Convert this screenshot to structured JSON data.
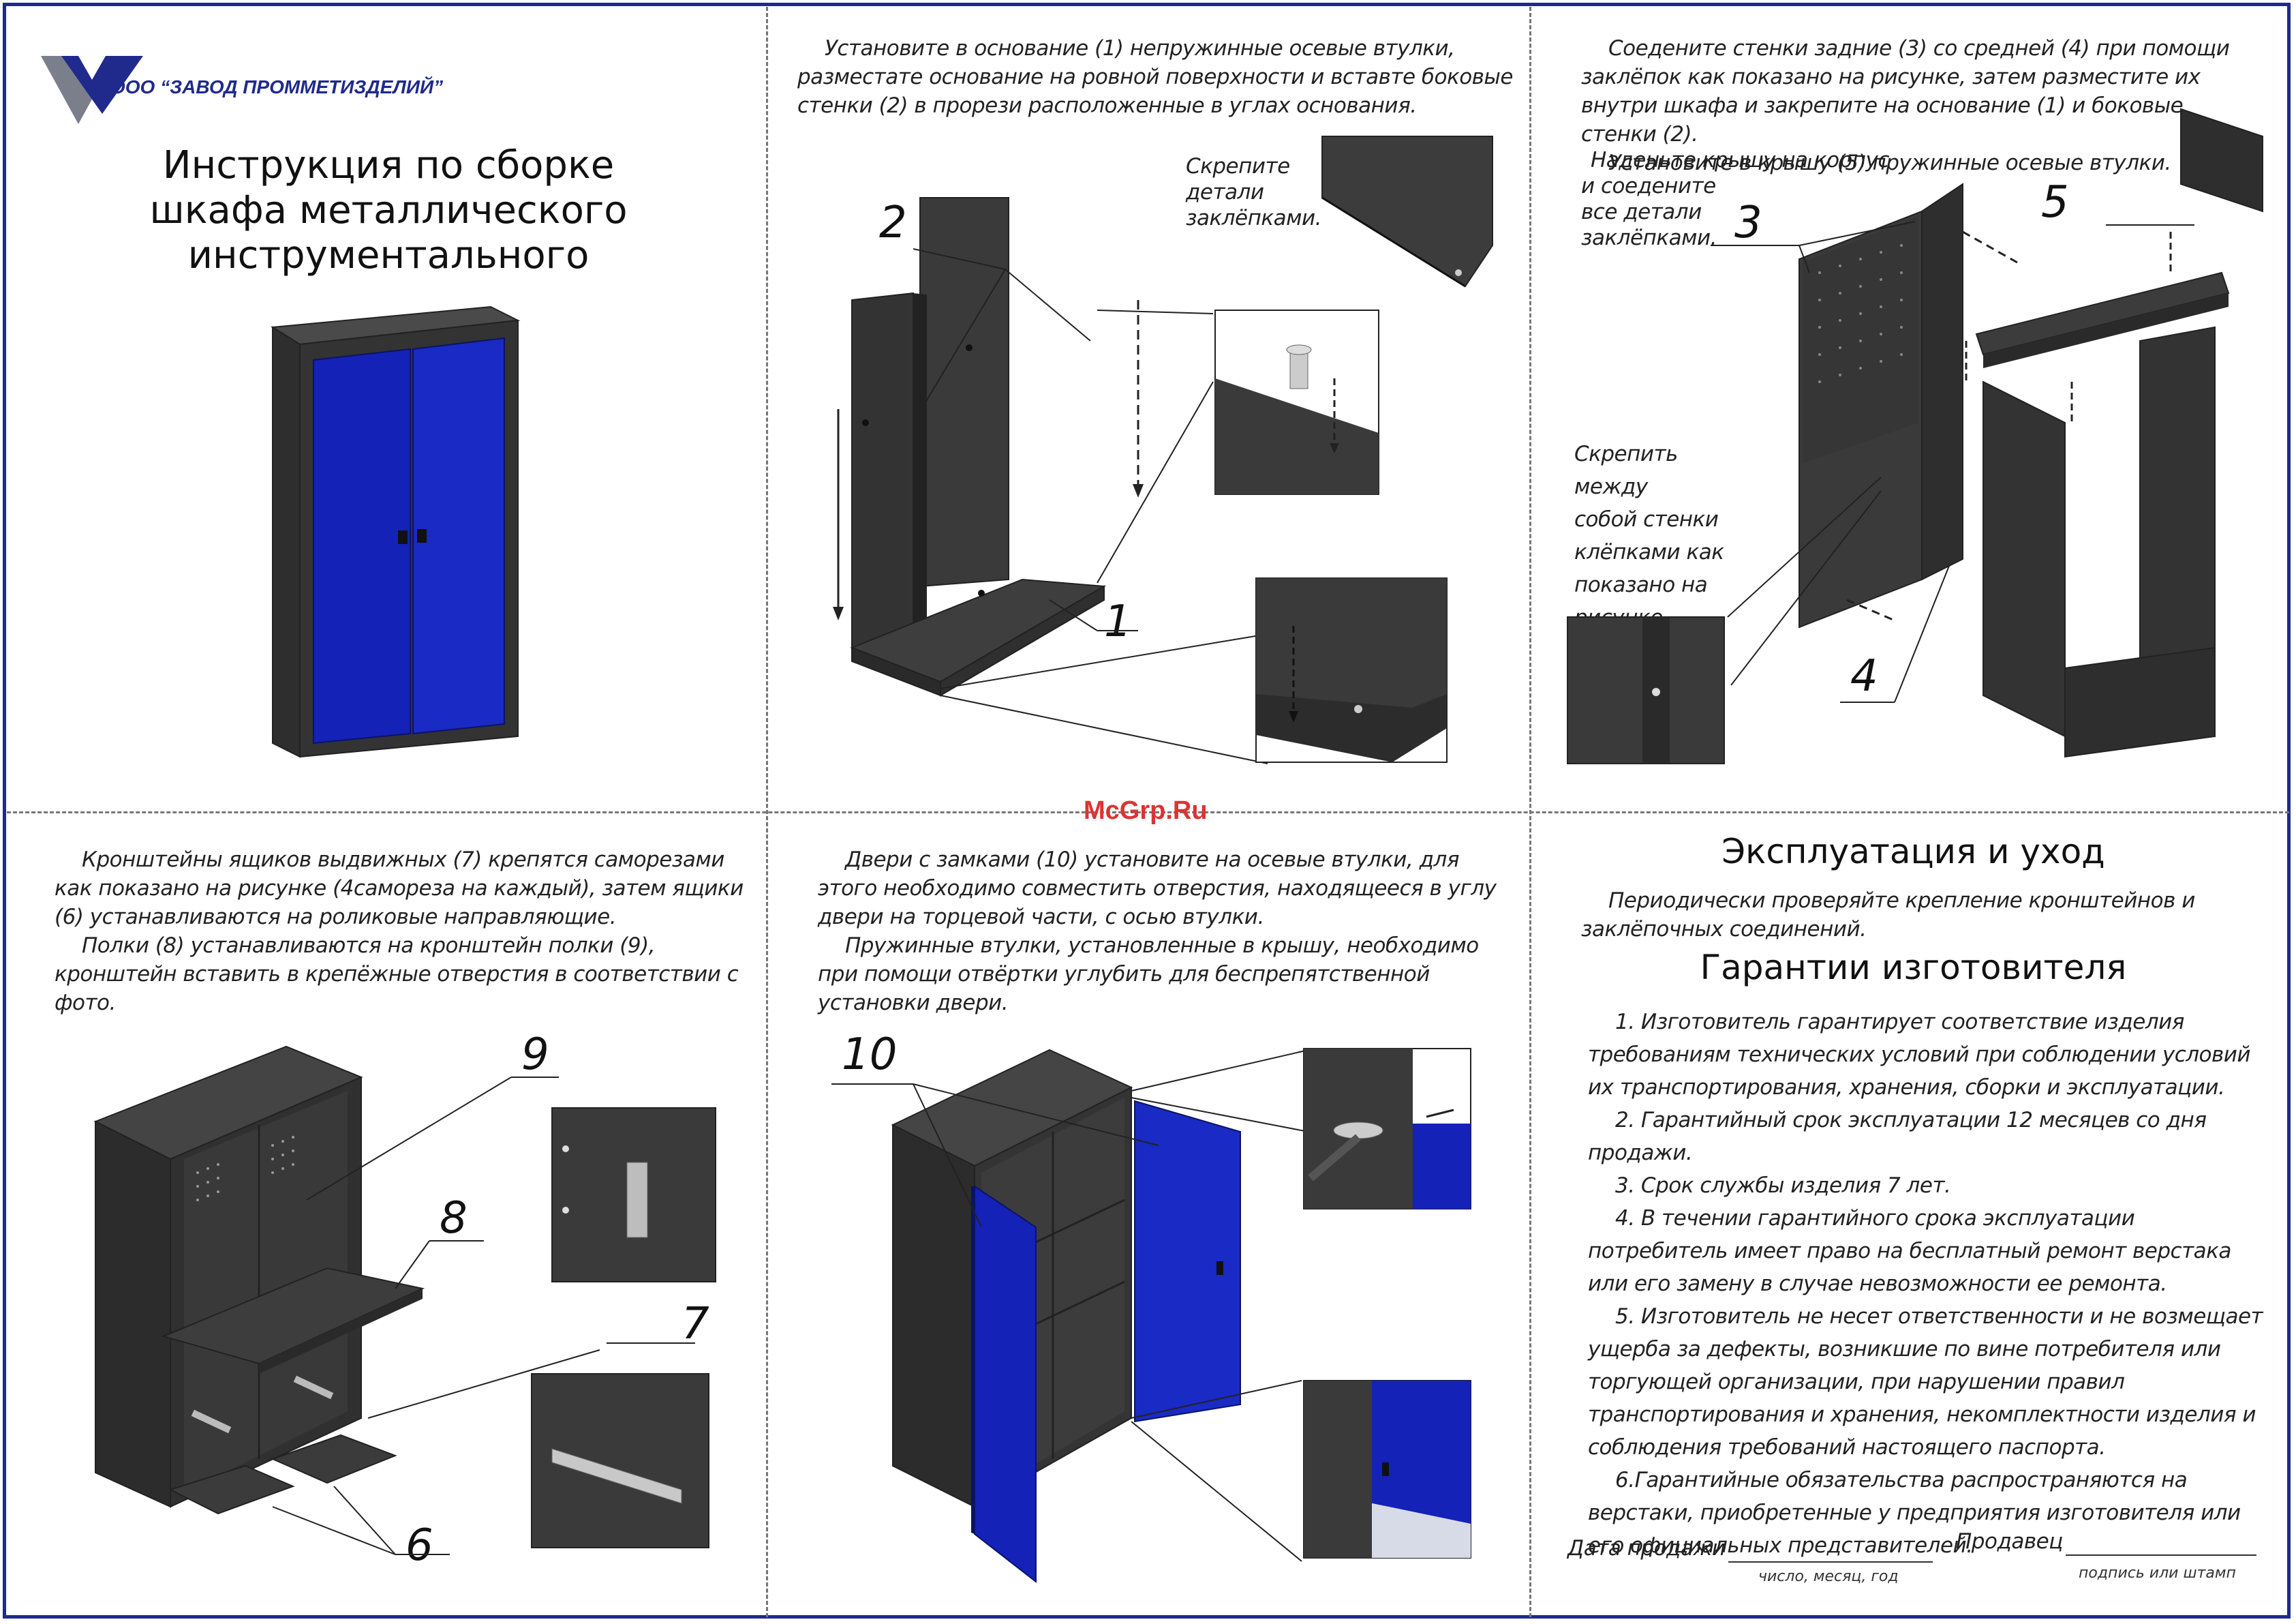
{
  "brand": {
    "company": "ООО “ЗАВОД ПРОММЕТИЗДЕЛИЙ”",
    "logo_icon": "triangle-logo-icon"
  },
  "watermark": "McGrp.Ru",
  "panel1": {
    "title_lines": [
      "Инструкция по сборке",
      "шкафа металлического",
      "инструментального"
    ]
  },
  "panel2": {
    "text": "Установите в основание (1) непружинные осевые втулки, разместате основание на ровной поверхности и вставте боковые стенки (2) в прорези расположенные в углах основания.",
    "note": [
      "Скрепите",
      "детали",
      "заклёпками."
    ],
    "callouts": {
      "walls": "2",
      "base": "1"
    }
  },
  "panel3": {
    "text1": "Соедените стенки задние (3) со средней (4) при помощи заклёпок как показано на рисунке, затем разместите их внутри шкафа и закрепите на основание (1) и боковые стенки (2).",
    "text2": "Установите в крышу (5) пружинные осевые втулки.",
    "text3": [
      "Наденьте крышу на корпус",
      "и соедените",
      "все детали",
      "заклёпками."
    ],
    "note": [
      "Скрепить между",
      "собой стенки",
      "клёпками как",
      "показано на",
      "рисунке"
    ],
    "callouts": {
      "back": "3",
      "middle": "4",
      "roof": "5"
    }
  },
  "panel4": {
    "text1": "Кронштейны ящиков выдвижных (7) крепятся саморезами как показано на рисунке (4самореза на каждый), затем ящики (6) устанавливаются на роликовые направляющие.",
    "text2": "Полки (8) устанавливаются на кронштейн полки (9), кронштейн вставить в крепёжные отверстия в соответствии с фото.",
    "callouts": {
      "bracket": "9",
      "shelf": "8",
      "rail": "7",
      "drawer": "6"
    }
  },
  "panel5": {
    "text1": "Двери с замками (10) установите на осевые втулки, для этого необходимо совместить отверстия, находящееся в углу двери на торцевой части, с осью втулки.",
    "text2": "Пружинные втулки, установленные в крышу, необходимо при помощи отвёртки углубить для беспрепятственной установки двери.",
    "callouts": {
      "doors": "10"
    }
  },
  "panel6": {
    "title1": "Эксплуатация и уход",
    "care_text": "Периодически проверяйте крепление кронштейнов и заклёпочных соединений.",
    "title2": "Гарантии изготовителя",
    "items": [
      "1. Изготовитель гарантирует соответствие изделия требованиям технических условий при соблюдении условий их транспортирования, хранения, сборки и эксплуатации.",
      "2. Гарантийный срок эксплуатации 12 месяцев со дня продажи.",
      "3. Срок службы изделия 7 лет.",
      "4. В течении гарантийного срока эксплуатации потребитель имеет право на бесплатный ремонт верстака или его замену в случае невозможности ее ремонта.",
      "5. Изготовитель не несет ответственности и не возмещает ущерба за дефекты, возникшие по вине потребителя или торгующей организации, при нарушении правил транспортирования и хранения, некомплектности изделия и соблюдения требований настоящего паспорта.",
      "6.Гарантийные обязательства распространяются на верстаки, приобретенные у предприятия изготовителя или его официальных представителей."
    ],
    "sale_date_label": "Дата продажи",
    "sale_date_hint": "число, месяц, год",
    "seller_label": "Продавец",
    "seller_hint": "подпись или штамп"
  },
  "colors": {
    "frame": "#1f2a8c",
    "cabinet": "#3a3a3a",
    "door_blue": "#1422b8",
    "watermark": "#d33333"
  }
}
